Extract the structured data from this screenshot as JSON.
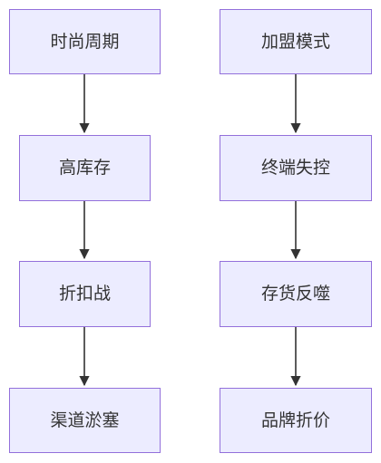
{
  "flowchart": {
    "left_chain": {
      "nodes": [
        "时尚周期",
        "高库存",
        "折扣战",
        "渠道淤塞"
      ]
    },
    "right_chain": {
      "nodes": [
        "加盟模式",
        "终端失控",
        "存货反噬",
        "品牌折价"
      ]
    }
  },
  "colors": {
    "node_fill": "#ececff",
    "node_border": "#9370db",
    "edge": "#333333",
    "text": "#333333"
  }
}
